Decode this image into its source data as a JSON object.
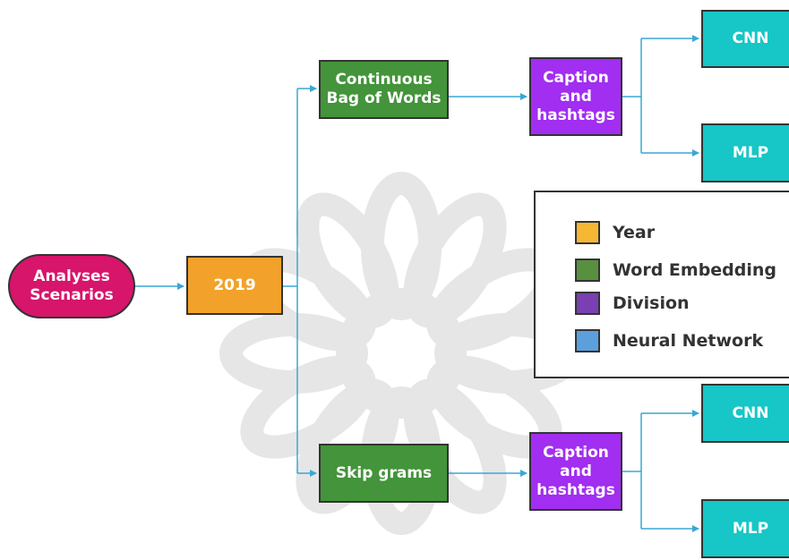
{
  "diagram": {
    "nodes": {
      "analyses_scenarios": {
        "label": "Analyses\nScenarios",
        "color": "#d6156b"
      },
      "year_2019": {
        "label": "2019",
        "color": "#f2a22a"
      },
      "cbow": {
        "label": "Continuous\nBag of Words",
        "color": "#43943a"
      },
      "skip_grams": {
        "label": "Skip grams",
        "color": "#43943a"
      },
      "caption_top": {
        "label": "Caption\nand\nhashtags",
        "color": "#a12ef0"
      },
      "caption_bottom": {
        "label": "Caption\nand\nhashtags",
        "color": "#a12ef0"
      },
      "cnn_top": {
        "label": "CNN",
        "color": "#17c6c6"
      },
      "mlp_top": {
        "label": "MLP",
        "color": "#17c6c6"
      },
      "cnn_bottom": {
        "label": "CNN",
        "color": "#17c6c6"
      },
      "mlp_bottom": {
        "label": "MLP",
        "color": "#17c6c6"
      }
    },
    "edges": [
      [
        "analyses_scenarios",
        "year_2019"
      ],
      [
        "year_2019",
        "cbow"
      ],
      [
        "year_2019",
        "skip_grams"
      ],
      [
        "cbow",
        "caption_top"
      ],
      [
        "skip_grams",
        "caption_bottom"
      ],
      [
        "caption_top",
        "cnn_top"
      ],
      [
        "caption_top",
        "mlp_top"
      ],
      [
        "caption_bottom",
        "cnn_bottom"
      ],
      [
        "caption_bottom",
        "mlp_bottom"
      ]
    ],
    "connector_color": "#3aa7d6",
    "legend": {
      "items": [
        {
          "label": "Year",
          "color": "#f7b733"
        },
        {
          "label": "Word Embedding",
          "color": "#58903f"
        },
        {
          "label": "Division",
          "color": "#7a3fb1"
        },
        {
          "label": "Neural Network",
          "color": "#5ba0dc"
        }
      ]
    }
  }
}
